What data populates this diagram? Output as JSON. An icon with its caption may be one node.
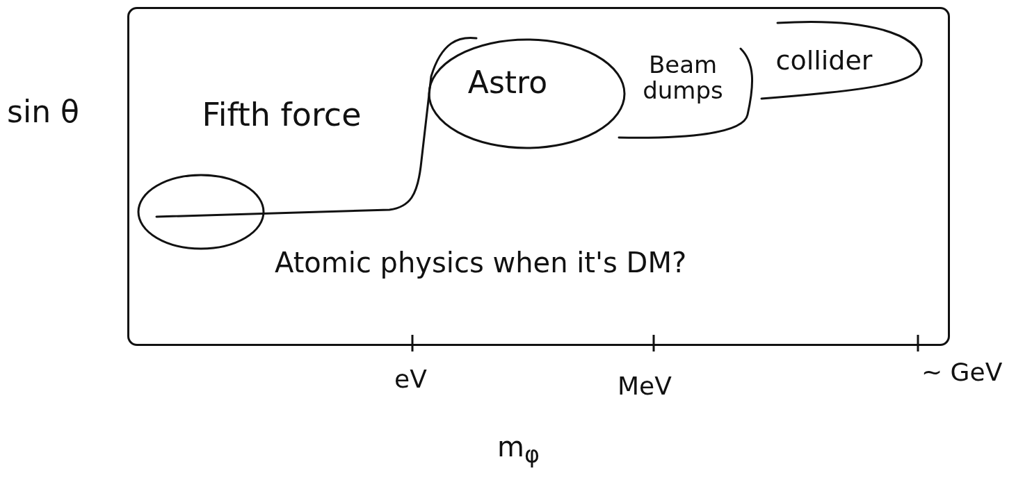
{
  "diagram": {
    "nodes": [
      {
        "text": [
          "Fifth force"
        ]
      },
      {
        "text": [
          "Astro"
        ]
      },
      {
        "text": [
          "Beam dumps"
        ]
      },
      {
        "text": [
          "collider"
        ]
      },
      {
        "text": [],
        "shape": "circle"
      }
    ],
    "labels": [
      "sin θ",
      "Atomic physics when it's DM?",
      "eV",
      "MeV",
      "~ GeV",
      "m$_{φ}$"
    ]
  }
}
